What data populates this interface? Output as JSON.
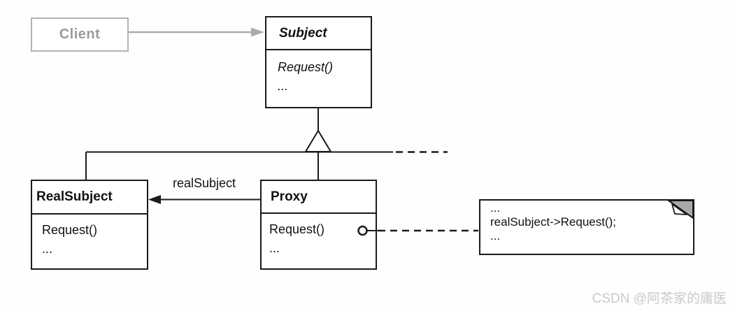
{
  "classes": {
    "client": {
      "name": "Client"
    },
    "subject": {
      "name": "Subject",
      "methods": [
        "Request()",
        "..."
      ]
    },
    "realSubject": {
      "name": "RealSubject",
      "methods": [
        "Request()",
        "..."
      ]
    },
    "proxy": {
      "name": "Proxy",
      "methods": [
        "Request()",
        "..."
      ]
    }
  },
  "relations": {
    "proxy_to_realsubject_label": "realSubject"
  },
  "note": {
    "lines": [
      "...",
      "realSubject->Request();",
      "..."
    ]
  },
  "watermark": "CSDN @阿茶家的庸医",
  "colors": {
    "line": "#1a1a1a",
    "muted_line": "#ababab",
    "muted_text": "#9b9b9b",
    "note_fold_gray": "#a9a9a9",
    "watermark_text": "#c9c9c9",
    "background": "#ffffff"
  }
}
